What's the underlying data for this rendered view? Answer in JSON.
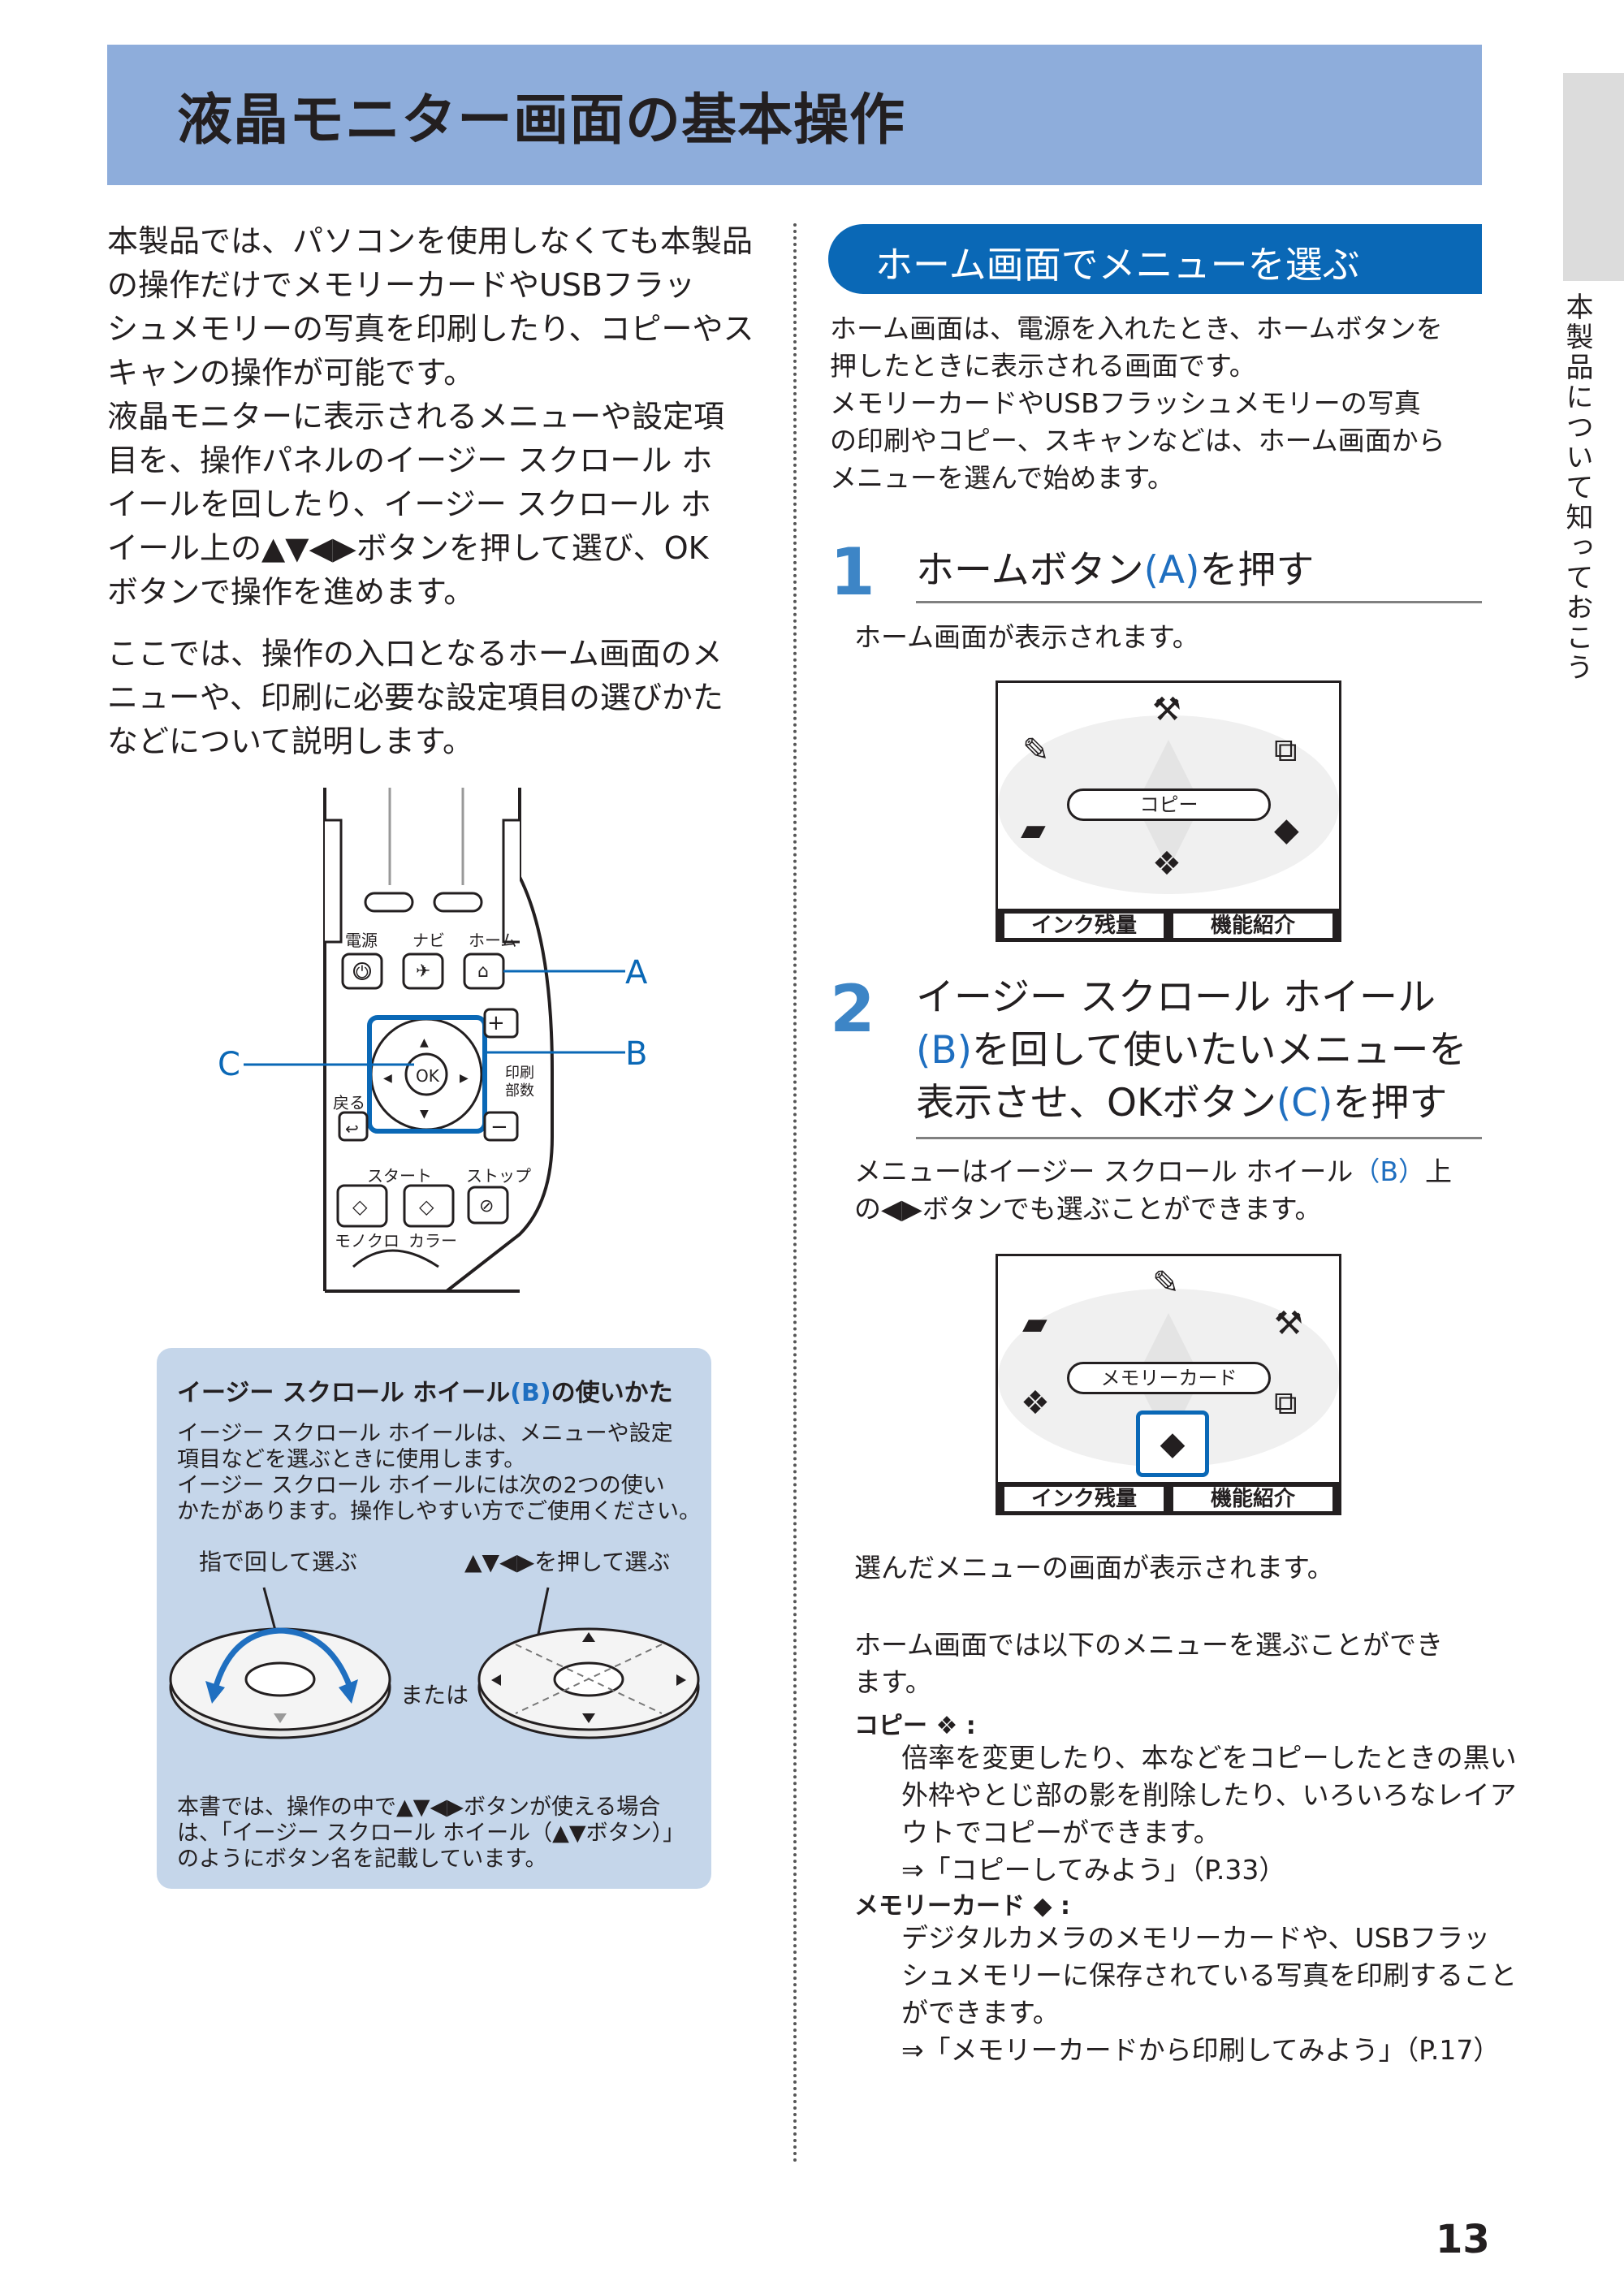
{
  "title": "液晶モニター画面の基本操作",
  "side_tab": "本製品について知っておこう",
  "intro": {
    "p1": [
      "本製品では、パソコンを使用しなくても本製品",
      "の操作だけでメモリーカードやUSBフラッ",
      "シュメモリーの写真を印刷したり、コピーやス",
      "キャンの操作が可能です。",
      "液晶モニターに表示されるメニューや設定項",
      "目を、操作パネルのイージー スクロール ホ",
      "イールを回したり、イージー スクロール ホ",
      "イール上の▲▼◀▶ボタンを押して選び、OK",
      "ボタンで操作を進めます。"
    ],
    "p2": [
      "ここでは、操作の入口となるホーム画面のメ",
      "ニューや、印刷に必要な設定項目の選びかた",
      "などについて説明します。"
    ]
  },
  "panel": {
    "btn_power": "電源",
    "btn_navi": "ナビ",
    "btn_home": "ホーム",
    "ok": "OK",
    "back": "戻る",
    "copies": [
      "印刷",
      "部数"
    ],
    "start": "スタート",
    "stop": "ストップ",
    "mono": "モノクロ",
    "color": "カラー",
    "callout_a": "A",
    "callout_b": "B",
    "callout_c": "C"
  },
  "infobox": {
    "heading_prefix": "イージー スクロール ホイール",
    "heading_b": "(B)",
    "heading_suffix": "の使いかた",
    "lines": [
      "イージー スクロール ホイールは、メニューや設定",
      "項目などを選ぶときに使用します。",
      "イージー スクロール ホイールには次の2つの使い",
      "かたがあります。操作しやすい方でご使用ください。"
    ],
    "left_label": "指で回して選ぶ",
    "right_label": "▲▼◀▶を押して選ぶ",
    "or": "または",
    "footer": [
      "本書では、操作の中で▲▼◀▶ボタンが使える場合",
      "は、「イージー スクロール ホイール（▲▼ボタン）」",
      "のようにボタン名を記載しています。"
    ]
  },
  "home_section": {
    "heading": "ホーム画面でメニューを選ぶ",
    "desc": [
      "ホーム画面は、電源を入れたとき、ホームボタンを",
      "押したときに表示される画面です。",
      "メモリーカードやUSBフラッシュメモリーの写真",
      "の印刷やコピー、スキャンなどは、ホーム画面から",
      "メニューを選んで始めます。"
    ]
  },
  "step1": {
    "num": "1",
    "title_a": "ホームボタン",
    "title_b": "(A)",
    "title_c": "を押す",
    "result": "ホーム画面が表示されます。"
  },
  "screen1": {
    "label": "コピー",
    "btn_ink": "インク残量",
    "btn_func": "機能紹介"
  },
  "step2": {
    "num": "2",
    "line1": "イージー スクロール ホイール",
    "line2_b": "(B)",
    "line2_rest": "を回して使いたいメニューを",
    "line3_a": "表示させ、OKボタン",
    "line3_c": "(C)",
    "line3_rest": "を押す",
    "note1_a": "メニューはイージー スクロール ホイール",
    "note1_b": "（B）",
    "note1_c": "上",
    "note2": "の◀▶ボタンでも選ぶことができます。",
    "result": "選んだメニューの画面が表示されます。"
  },
  "screen2": {
    "label": "メモリーカード",
    "btn_ink": "インク残量",
    "btn_func": "機能紹介"
  },
  "menu_list": {
    "intro": [
      "ホーム画面では以下のメニューを選ぶことができ",
      "ます。"
    ],
    "copy_head": "コピー",
    "copy_desc": [
      "倍率を変更したり、本などをコピーしたときの黒い",
      "外枠やとじ部の影を削除したり、いろいろなレイア",
      "ウトでコピーができます。"
    ],
    "copy_ref": "⇒「コピーしてみよう」（P.33）",
    "mem_head": "メモリーカード",
    "mem_desc": [
      "デジタルカメラのメモリーカードや、USBフラッ",
      "シュメモリーに保存されている写真を印刷すること",
      "ができます。"
    ],
    "mem_ref": "⇒「メモリーカードから印刷してみよう」（P.17）"
  },
  "page_number": "13",
  "colors": {
    "title_band": "#8eaddb",
    "accent_blue": "#0a68b6",
    "step_num": "#3d85c6",
    "infobox": "#c5d6ea"
  }
}
